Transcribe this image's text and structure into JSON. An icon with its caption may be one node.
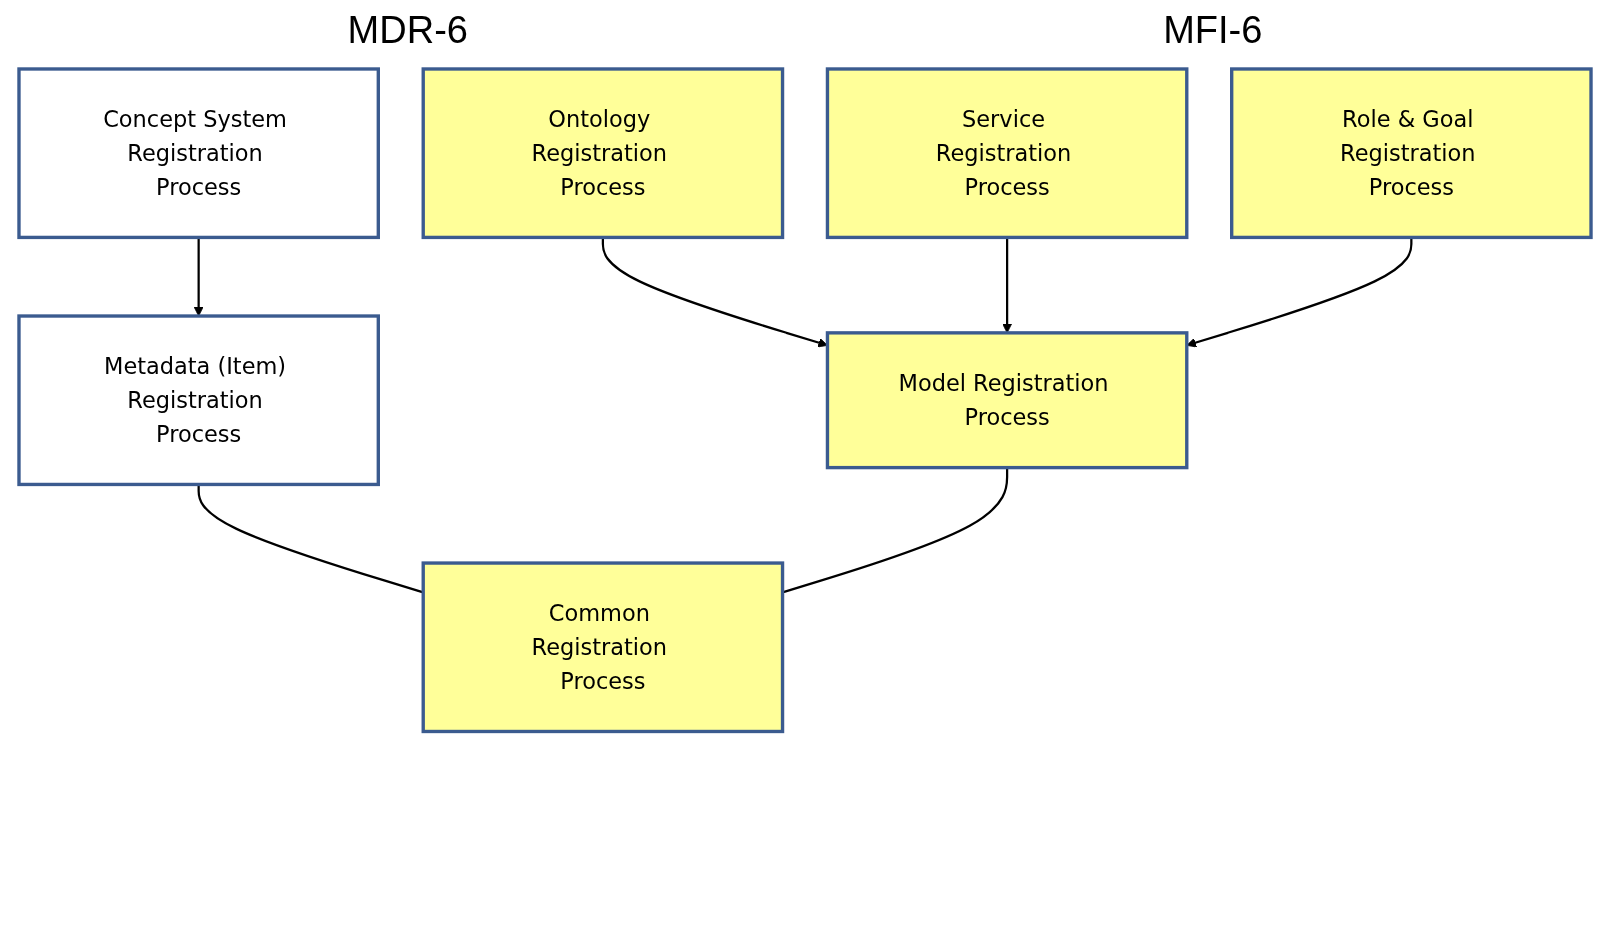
{
  "diagram": {
    "nodes": [
      {
        "text": [
          "Concept System Registration Process"
        ]
      },
      {
        "text": [
          "Ontology Registration Process"
        ]
      },
      {
        "text": [
          "Service Registration Process"
        ]
      },
      {
        "text": [
          "Role & Goal Registration Process"
        ]
      },
      {
        "text": [
          "Metadata (Item) Registration Process"
        ]
      },
      {
        "text": [
          "Model Registration Process"
        ]
      },
      {
        "text": [
          "Common Registration Process"
        ]
      }
    ],
    "edges": [
      {
        "from": 0,
        "to": 4,
        "arrow": "to"
      },
      {
        "from": 1,
        "to": 5,
        "arrow": "to"
      },
      {
        "from": 2,
        "to": 5,
        "arrow": "to"
      },
      {
        "from": 3,
        "to": 5,
        "arrow": "to"
      },
      {
        "from": 4,
        "to": 6,
        "arrow": "none"
      },
      {
        "from": 5,
        "to": 6,
        "arrow": "none"
      }
    ],
    "labels": [
      "MDR-6",
      "MFI-6"
    ]
  }
}
